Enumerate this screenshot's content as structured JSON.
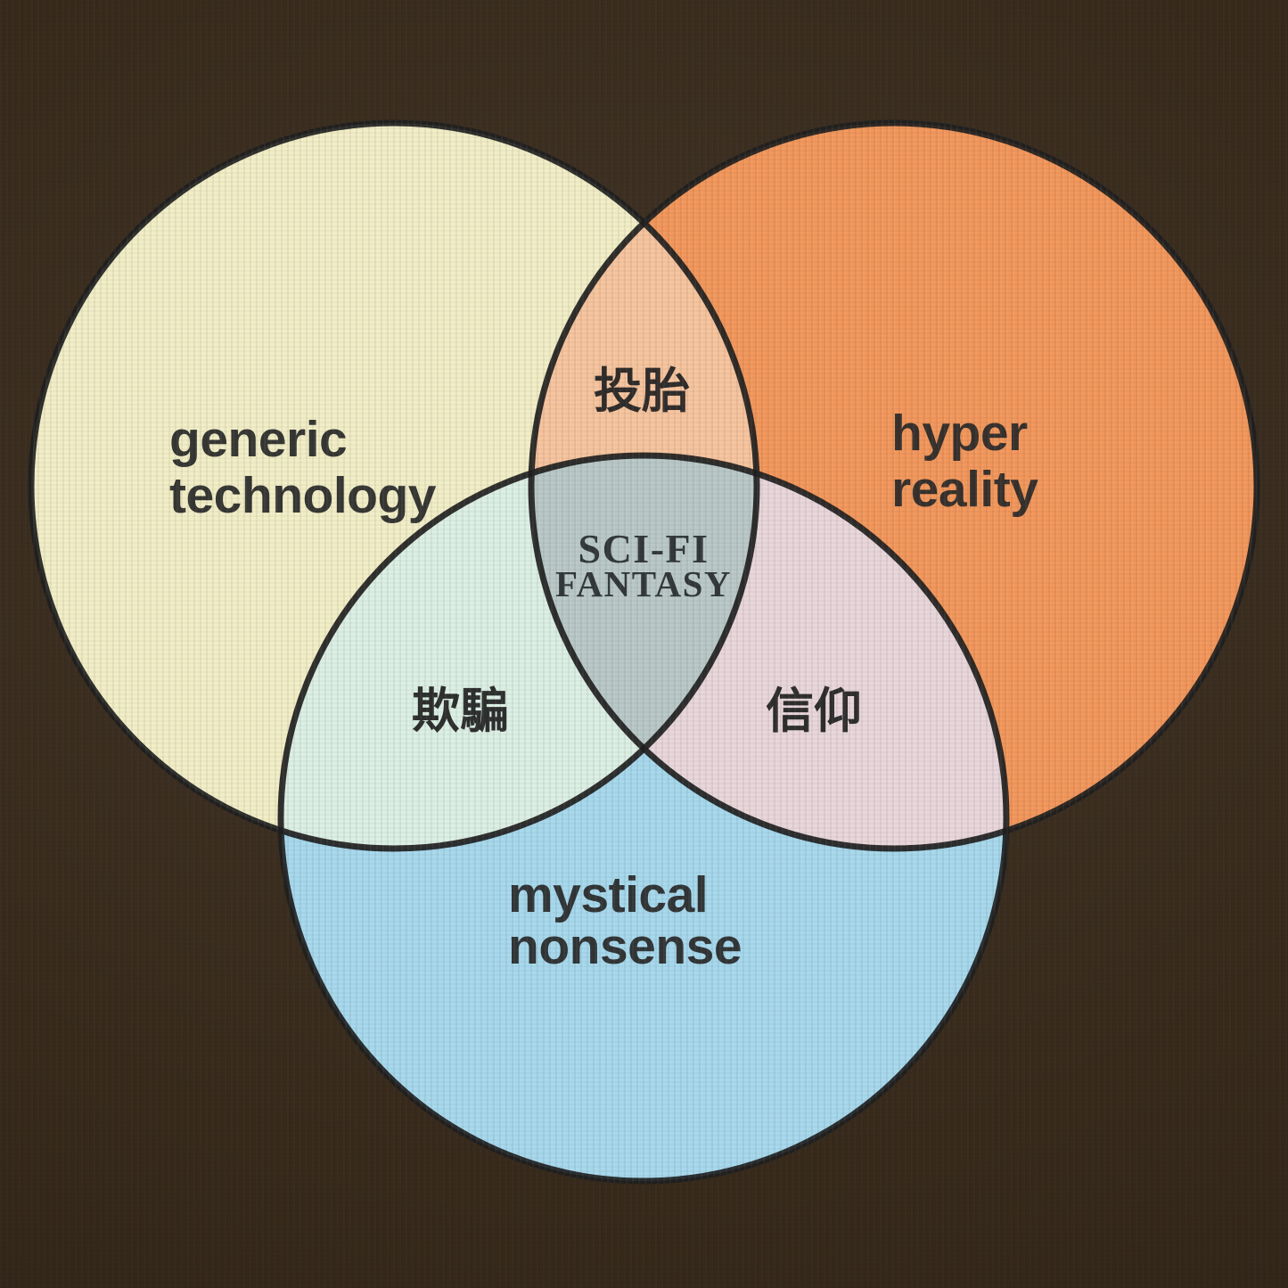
{
  "venn": {
    "background_color": "#38291b",
    "outline_color": "#1f1f1f",
    "text_color": "#262626",
    "circles": [
      {
        "name": "generic-technology",
        "label": [
          "generic",
          "technology"
        ],
        "color": "#f1edc6"
      },
      {
        "name": "hyper-reality",
        "label": [
          "hyper",
          "reality"
        ],
        "color": "#f2975c"
      },
      {
        "name": "mystical-nonsense",
        "label": [
          "mystical",
          "nonsense"
        ],
        "color": "#a7d8ec"
      }
    ],
    "overlaps": {
      "top": {
        "between": "generic-technology + hyper-reality",
        "label": "投胎",
        "color": "#f6c49e"
      },
      "left": {
        "between": "generic-technology + mystical-nonsense",
        "label": "欺騙",
        "color": "#dcefe4"
      },
      "right": {
        "between": "hyper-reality + mystical-nonsense",
        "label": "信仰",
        "color": "#e8d6da"
      },
      "center": {
        "between": "all-three",
        "label": [
          "SCI-FI",
          "FANTASY"
        ],
        "color": "#b9c8c7"
      }
    }
  }
}
